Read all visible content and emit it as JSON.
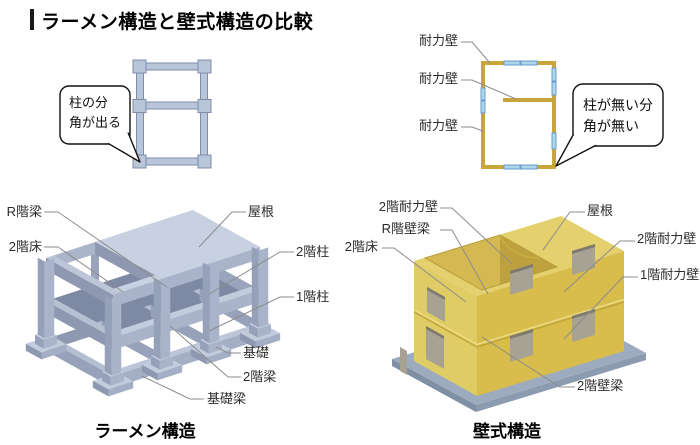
{
  "title": "ラーメン構造と壁式構造の比較",
  "top_left": {
    "bubble_line1": "柱の分",
    "bubble_line2": "角が出る"
  },
  "top_right": {
    "wall_labels": [
      "耐力壁",
      "耐力壁",
      "耐力壁"
    ],
    "bubble_line1": "柱が無い分",
    "bubble_line2": "角が無い"
  },
  "rahmen": {
    "caption": "ラーメン構造",
    "labels": {
      "r_beam": "R階梁",
      "floor2": "2階床",
      "roof": "屋根",
      "col2": "2階柱",
      "col1": "1階柱",
      "foundation": "基礎",
      "beam2": "2階梁",
      "foundation_beam": "基礎梁"
    }
  },
  "wall": {
    "caption": "壁式構造",
    "labels": {
      "bearing2_left": "2階耐力壁",
      "r_wall_beam": "R階壁梁",
      "floor2": "2階床",
      "roof": "屋根",
      "bearing2_right": "2階耐力壁",
      "bearing1": "1階耐力壁",
      "wall_beam2": "2階壁梁"
    }
  },
  "colors": {
    "frame_blue_fill": "#b9c5d8",
    "frame_blue_stroke": "#7f8dab",
    "frame_top": "#c7d1e1",
    "frame_mid": "#a9b4ca",
    "frame_dark": "#95a1b9",
    "frame_slab": "#7e89a3",
    "plan_wall_yellow": "#c8a63c",
    "plan_window_blue": "#aed6e9",
    "bldg_roof": "#e5d06e",
    "bldg_left": "#dfcc64",
    "bldg_right": "#d8bc4c",
    "bldg_window": "#a8a295",
    "base_slab": "#9dabbe",
    "leader_gray": "#8c8c8c"
  }
}
